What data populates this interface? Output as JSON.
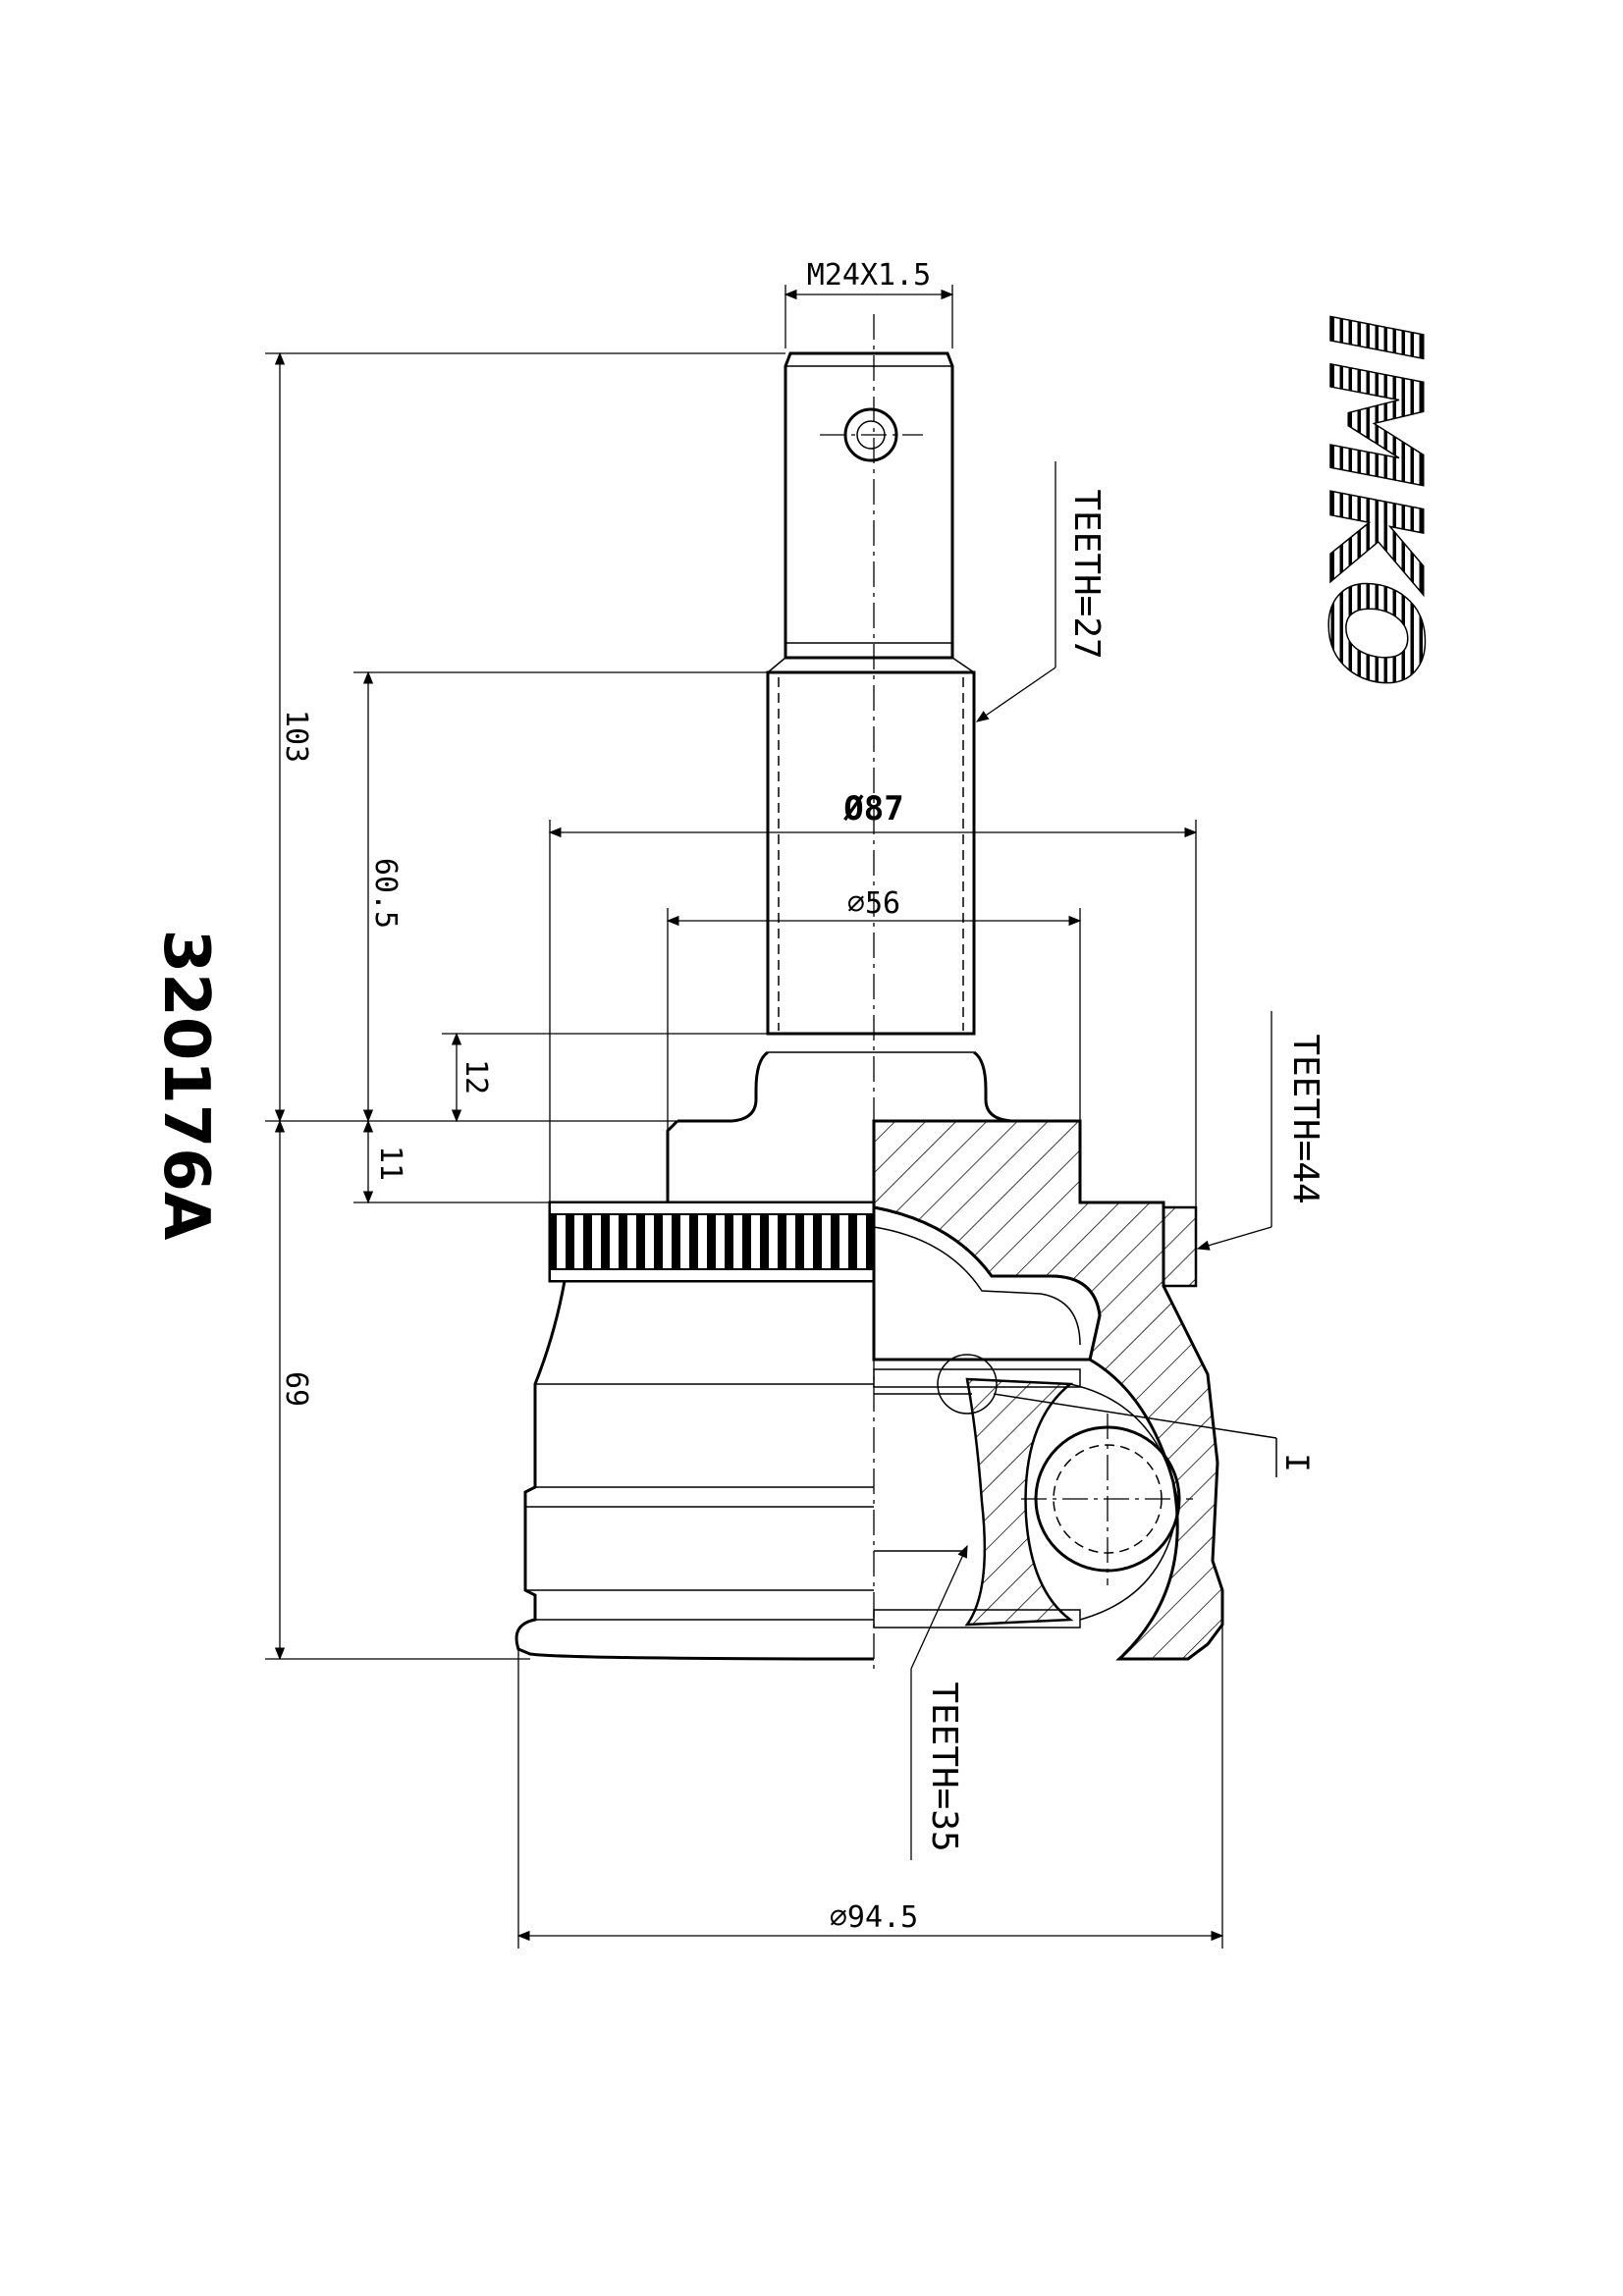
{
  "part_number": "320176A",
  "brand": {
    "name": "IMKO",
    "color": "#111111"
  },
  "dimensions": {
    "thread": "M24X1.5",
    "overall_length": "103",
    "shaft_length": "60.5",
    "collar_height": "12",
    "flange_height": "11",
    "body_length": "69",
    "outer_diameter": "Ø87",
    "inner_diameter": "⌀56",
    "housing_diameter": "⌀94.5"
  },
  "callouts": {
    "spline_teeth": "TEETH=27",
    "abs_ring_teeth": "TEETH=44",
    "inner_teeth": "TEETH=35",
    "detail_marker": "I"
  }
}
